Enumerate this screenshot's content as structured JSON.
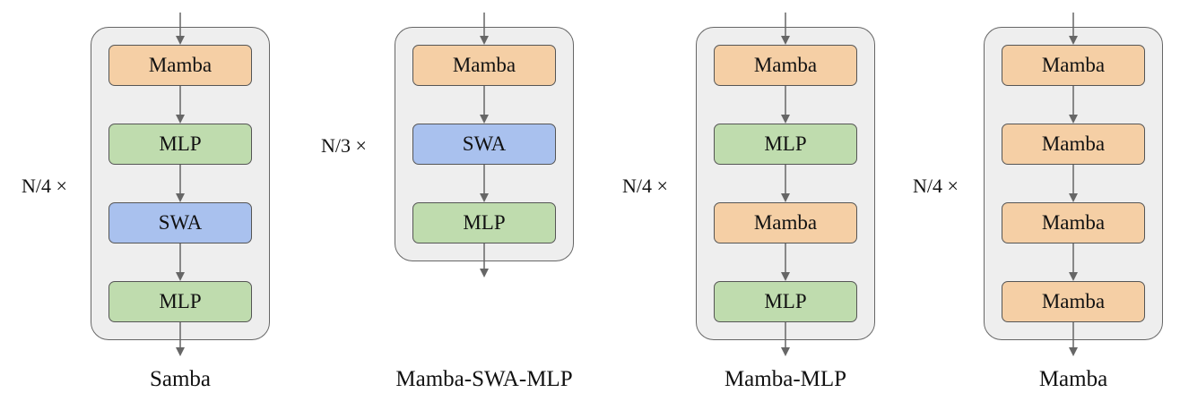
{
  "colors": {
    "container_bg": "#eeeeee",
    "container_border": "#666666",
    "Mamba": "#f5cfa5",
    "MLP": "#bfdcae",
    "SWA": "#a9c1ee",
    "arrow": "#666666"
  },
  "architectures": [
    {
      "id": "samba",
      "caption": "Samba",
      "multiplier": "N/4 ×",
      "blocks": [
        "Mamba",
        "MLP",
        "SWA",
        "MLP"
      ]
    },
    {
      "id": "mamba-swa-mlp",
      "caption": "Mamba-SWA-MLP",
      "multiplier": "N/3 ×",
      "blocks": [
        "Mamba",
        "SWA",
        "MLP"
      ]
    },
    {
      "id": "mamba-mlp",
      "caption": "Mamba-MLP",
      "multiplier": "N/4 ×",
      "blocks": [
        "Mamba",
        "MLP",
        "Mamba",
        "MLP"
      ]
    },
    {
      "id": "mamba",
      "caption": "Mamba",
      "multiplier": "N/4 ×",
      "blocks": [
        "Mamba",
        "Mamba",
        "Mamba",
        "Mamba"
      ]
    }
  ]
}
